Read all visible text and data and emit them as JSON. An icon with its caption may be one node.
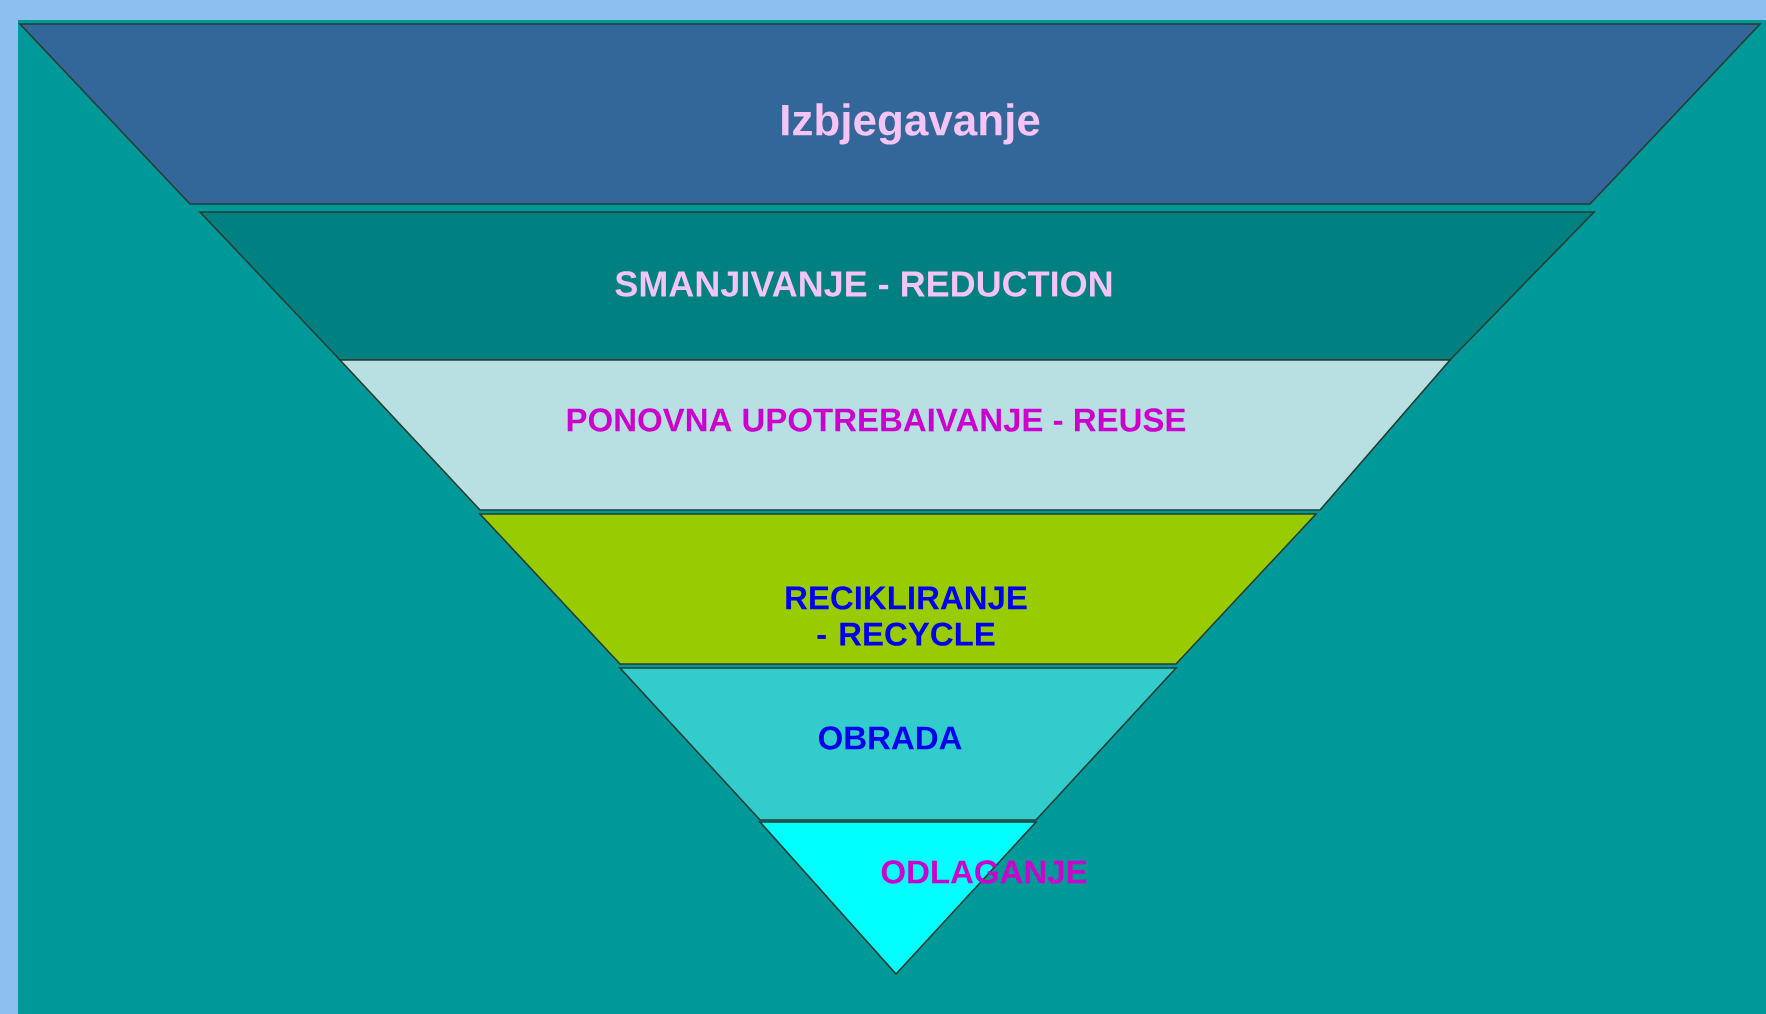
{
  "diagram": {
    "nodes": [
      {
        "text": [
          "Izbjegavanje"
        ]
      },
      {
        "text": [
          "SMANJIVANJE - REDUCTION"
        ]
      },
      {
        "text": [
          "PONOVNA UPOTREBAIVANJE - REUSE"
        ]
      },
      {
        "text": [
          "RECIKLIRANJE - RECYCLE"
        ]
      },
      {
        "text": [
          "OBRADA"
        ]
      },
      {
        "text": [
          "ODLAGANJE"
        ]
      }
    ]
  }
}
